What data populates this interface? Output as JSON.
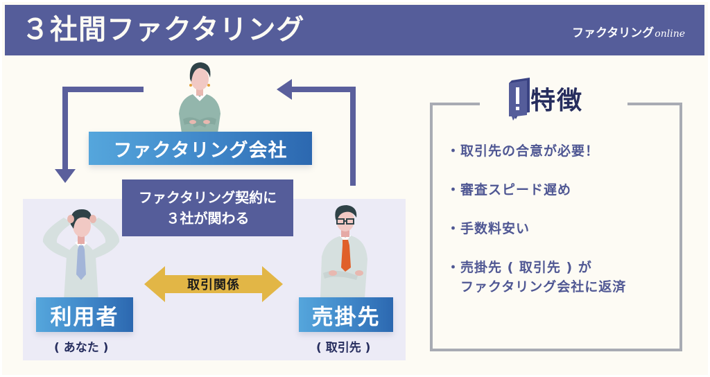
{
  "header": {
    "title": "３社間ファクタリング",
    "brand_main": "ファクタリング",
    "brand_suffix": "online"
  },
  "diagram": {
    "factoring_company": {
      "label": "ファクタリング会社"
    },
    "contract_note": {
      "line1": "ファクタリング契約に",
      "line2": "３社が関わる"
    },
    "user": {
      "label": "利用者",
      "sublabel": "( あなた )"
    },
    "buyer": {
      "label": "売掛先",
      "sublabel": "( 取引先 )"
    },
    "relationship": {
      "label": "取引関係"
    }
  },
  "features": {
    "title": "特徴",
    "icon": "exclamation-speech-bubble-icon",
    "items": [
      {
        "bullet": "・",
        "text": "取引先の合意が必要！"
      },
      {
        "bullet": "・",
        "text": "審査スピード遅め"
      },
      {
        "bullet": "・",
        "text": "手数料安い"
      },
      {
        "bullet": "・",
        "text": "売掛先 ( 取引先 ) が\nファクタリング会社に返済"
      }
    ]
  },
  "colors": {
    "header_bg": "#555d9a",
    "background": "#fdfbf4",
    "panel_bg": "#ecebf6",
    "arrow": "#5a5f9c",
    "label_blue_start": "#55a6dc",
    "label_blue_end": "#2c68b0",
    "relation_arrow": "#e2b646",
    "feature_text": "#4f5793",
    "feature_border": "#a8abb3",
    "dark_text": "#262d5e"
  }
}
